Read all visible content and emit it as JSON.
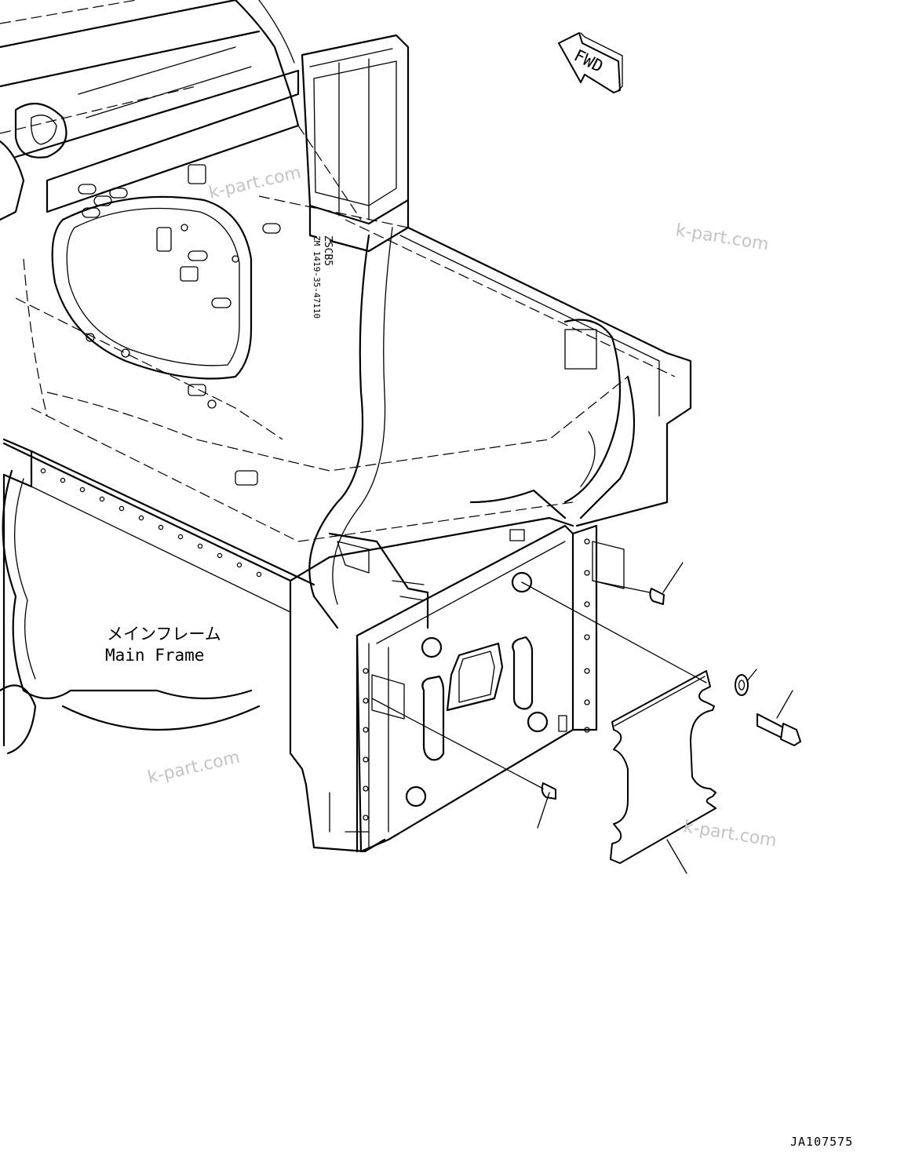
{
  "diagram": {
    "direction_arrow": "FWD",
    "component_label": {
      "japanese": "メインフレーム",
      "english": "Main Frame"
    },
    "watermarks": [
      "k-part.com",
      "k-part.com",
      "k-part.com",
      "k-part.com"
    ],
    "drawing_number": "JA107575",
    "frame_stamp": [
      "ZSCB5",
      "ZM 1419-35-47110"
    ]
  }
}
